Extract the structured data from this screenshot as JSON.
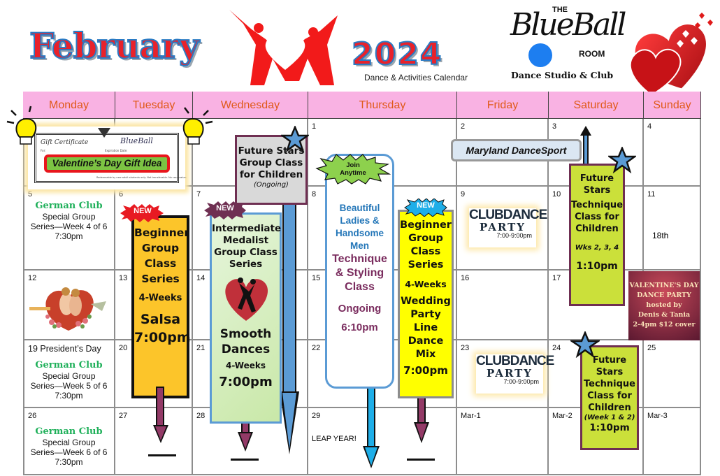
{
  "header": {
    "month": "February",
    "year": "2024",
    "subtitle": "Dance & Activities Calendar",
    "logo": {
      "the": "THE",
      "name": "BlueBall",
      "room": "ROOM",
      "tagline": "Dance Studio & Club"
    }
  },
  "weekdays": [
    "Monday",
    "Tuesday",
    "Wednesday",
    "Thursday",
    "Friday",
    "Saturday",
    "Sunday"
  ],
  "colors": {
    "header_bg": "#f9b2e3",
    "header_text": "#e05a1a",
    "german_club": "#1fb05a",
    "grid": "#8d8d8d"
  },
  "days": {
    "d1": "1",
    "d2": "2",
    "d3": "3",
    "d4": "4",
    "d5": "5",
    "d6": "6",
    "d7": "7",
    "d8": "8",
    "d9": "9",
    "d10": "10",
    "d11": "11",
    "d12": "12",
    "d13": "13",
    "d14": "14",
    "d15": "15",
    "d16": "16",
    "d17": "17",
    "d19": "19  President’s Day",
    "d20": "20",
    "d21": "21",
    "d22": "22",
    "d23": "23",
    "d24": "24",
    "d25": "25",
    "d26": "26",
    "d27": "27",
    "d28": "28",
    "d29": "29",
    "mar1": "Mar-1",
    "mar2": "Mar-2",
    "mar3": "Mar-3"
  },
  "gift_certificate": {
    "title": "Gift Certificate",
    "for_label": "For:",
    "expiration_label": "Expiration Date:",
    "banner": "Valentine’s Day Gift Idea",
    "fine_print": "Redeemable by new adult students only. Not transferable. No cash value."
  },
  "german_club": [
    {
      "title": "German Club",
      "line1": "Special Group",
      "line2": "Series—Week 4 of 6",
      "time": "7:30pm"
    },
    {
      "title": "German Club",
      "line1": "Special Group",
      "line2": "Series—Week 5 of 6",
      "time": "7:30pm"
    },
    {
      "title": "German Club",
      "line1": "Special Group",
      "line2": "Series—Week 6 of 6",
      "time": "7:30pm"
    }
  ],
  "events": {
    "salsa": {
      "badge": "NEW",
      "title": "Beginner Group Class Series",
      "duration": "4-Weeks",
      "style": "Salsa",
      "time": "7:00pm"
    },
    "future_stars_group": {
      "title": "Future Stars Group Class for Children",
      "note": "(Ongoing)"
    },
    "intermediate": {
      "badge": "NEW",
      "title": "Intermediate Medalist Group Class Series",
      "style": "Smooth Dances",
      "duration": "4-Weeks",
      "time": "7:00pm"
    },
    "technique": {
      "badge": "Join Anytime",
      "audience": "Beautiful Ladies & Handsome Men",
      "title": "Technique & Styling Class",
      "frequency": "Ongoing",
      "time": "6:10pm"
    },
    "wedding": {
      "badge": "NEW",
      "title": "Beginner Group Class Series",
      "duration": "4-Weeks",
      "style": "Wedding Party Line Dance Mix",
      "time": "7:00pm"
    },
    "maryland": {
      "title": "Maryland DanceSport"
    },
    "clubdance": {
      "line1": "CLUBDANCE",
      "line2": "PARTY",
      "time": "7:00-9:00pm"
    },
    "future_stars_technique_1": {
      "title1": "Future Stars",
      "title2": "Technique Class for Children",
      "weeks": "Wks 2, 3, 4",
      "time": "1:10pm"
    },
    "future_stars_technique_2": {
      "title": "Future Stars Technique Class for Children",
      "weeks": "(Week 1 & 2)",
      "time": "1:10pm"
    },
    "valentine_party": {
      "line1": "VALENTINE'S DAY",
      "line2": "DANCE PARTY",
      "line3": "hosted by",
      "line4": "Denis & Tania",
      "line5": "2-4pm $12 cover"
    },
    "note_18th": "18th",
    "leap_year": "LEAP YEAR!"
  }
}
